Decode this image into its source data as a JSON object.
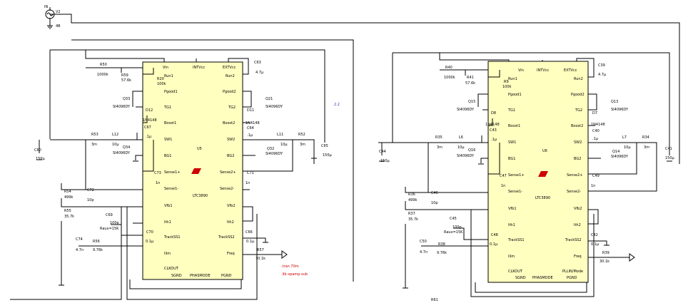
{
  "source": {
    "name": "V2",
    "tag": "IN",
    "value": "4B"
  },
  "stray_label": "2.2",
  "directives": [
    ".tran 70m",
    ".lib opamp.sub"
  ],
  "left_block": {
    "ic": {
      "ref": "U5",
      "part": "LTC3890",
      "pins_left": [
        "Run1",
        "Pgood1",
        "TG1",
        "Boost1",
        "SW1",
        "BG1",
        "Sense1+",
        "Sense1-",
        "Vfb1",
        "Ith1",
        "TrackSS1",
        "Ilim",
        "CLKOUT"
      ],
      "pins_right": [
        "Run2",
        "Pgood2",
        "TG2",
        "Boost2",
        "SW2",
        "BG2",
        "Sense2+",
        "Sense2-",
        "Vfb2",
        "Ith2",
        "TrackSS2",
        "Freq"
      ],
      "pins_top": [
        "Vin",
        "INTVcc",
        "EXTVcc"
      ],
      "pins_bottom": [
        "SGND",
        "PHASMODE",
        "PGND"
      ]
    },
    "parts": [
      {
        "ref": "R50",
        "val": "1000k"
      },
      {
        "ref": "R59",
        "val": "57.6k"
      },
      {
        "ref": "R20",
        "val": "100k"
      },
      {
        "ref": "Q33",
        "val": "SI4096DY"
      },
      {
        "ref": "D12",
        "val": "1N4148"
      },
      {
        "ref": "C67",
        "val": ".1µ"
      },
      {
        "ref": "R53",
        "val": "3m"
      },
      {
        "ref": "L12",
        "val": "10µ"
      },
      {
        "ref": "Q34",
        "val": "SI4096DY"
      },
      {
        "ref": "C60",
        "val": "150µ"
      },
      {
        "ref": "C73",
        "val": "1n"
      },
      {
        "ref": "R54",
        "val": "499k"
      },
      {
        "ref": "C72",
        "val": "10p"
      },
      {
        "ref": "R55",
        "val": "35.7k"
      },
      {
        "ref": "C69",
        "val": "100p"
      },
      {
        "ref": "Raux",
        "val": "15K"
      },
      {
        "ref": "C74",
        "val": "4.7n"
      },
      {
        "ref": "R56",
        "val": "9.76k"
      },
      {
        "ref": "C70",
        "val": "0.1µ"
      },
      {
        "ref": "C63",
        "val": "4.7µ"
      },
      {
        "ref": "Q21",
        "val": "SI4096DY"
      },
      {
        "ref": "D11",
        "val": "1N4148"
      },
      {
        "ref": "C64",
        "val": ".1µ"
      },
      {
        "ref": "L11",
        "val": "10µ"
      },
      {
        "ref": "R52",
        "val": "3m"
      },
      {
        "ref": "Q32",
        "val": "SI4096DY"
      },
      {
        "ref": "C65",
        "val": "150µ"
      },
      {
        "ref": "C71",
        "val": "1n"
      },
      {
        "ref": "C66",
        "val": "0.1µ"
      },
      {
        "ref": "R57",
        "val": "30.1k"
      }
    ]
  },
  "right_block": {
    "ic": {
      "ref": "U6",
      "part": "LTC3890",
      "pins_left": [
        "Run1",
        "Pgood1",
        "TG1",
        "Boost1",
        "SW1",
        "BG1",
        "Sense1+",
        "Sense1-",
        "Vfb1",
        "Ith1",
        "TrackSS1",
        "Ilim",
        "CLKOUT"
      ],
      "pins_right": [
        "Run2",
        "Pgood2",
        "TG2",
        "Boost2",
        "SW2",
        "BG2",
        "Sense2+",
        "Sense2-",
        "Vfb2",
        "Ith2",
        "TrackSS2",
        "Freq",
        "PLLIN/Mode"
      ],
      "pins_top": [
        "Vin",
        "INTVcc",
        "EXTVcc"
      ],
      "pins_bottom": [
        "SGND",
        "PHASMODE",
        "PGND"
      ]
    },
    "parts": [
      {
        "ref": "R40",
        "val": "1000k"
      },
      {
        "ref": "R41",
        "val": "57.6k"
      },
      {
        "ref": "R9",
        "val": "100k"
      },
      {
        "ref": "Q15",
        "val": "SI4096DY"
      },
      {
        "ref": "D8",
        "val": "1N4148"
      },
      {
        "ref": "C43",
        "val": ".1µ"
      },
      {
        "ref": "R35",
        "val": "3m"
      },
      {
        "ref": "L6",
        "val": "10µ"
      },
      {
        "ref": "Q16",
        "val": "SI4096DY"
      },
      {
        "ref": "C44",
        "val": "150µ"
      },
      {
        "ref": "C47",
        "val": "1n"
      },
      {
        "ref": "R36",
        "val": "499k"
      },
      {
        "ref": "C46",
        "val": "10p"
      },
      {
        "ref": "R37",
        "val": "35.7k"
      },
      {
        "ref": "C45",
        "val": "100p"
      },
      {
        "ref": "Raux",
        "val": "15K"
      },
      {
        "ref": "C50",
        "val": "4.7n"
      },
      {
        "ref": "R38",
        "val": "9.76k"
      },
      {
        "ref": "C48",
        "val": "0.1µ"
      },
      {
        "ref": "C39",
        "val": "4.7µ"
      },
      {
        "ref": "Q13",
        "val": "SI4096DY"
      },
      {
        "ref": "D7",
        "val": "1N4148"
      },
      {
        "ref": "C40",
        "val": ".1µ"
      },
      {
        "ref": "L7",
        "val": "10µ"
      },
      {
        "ref": "R34",
        "val": "3m"
      },
      {
        "ref": "Q14",
        "val": "SI4096DY"
      },
      {
        "ref": "C41",
        "val": "150µ"
      },
      {
        "ref": "C49",
        "val": "1n"
      },
      {
        "ref": "C42",
        "val": "0.1µ"
      },
      {
        "ref": "R39",
        "val": "30.1k"
      },
      {
        "ref": "R61",
        "val": ""
      }
    ]
  }
}
